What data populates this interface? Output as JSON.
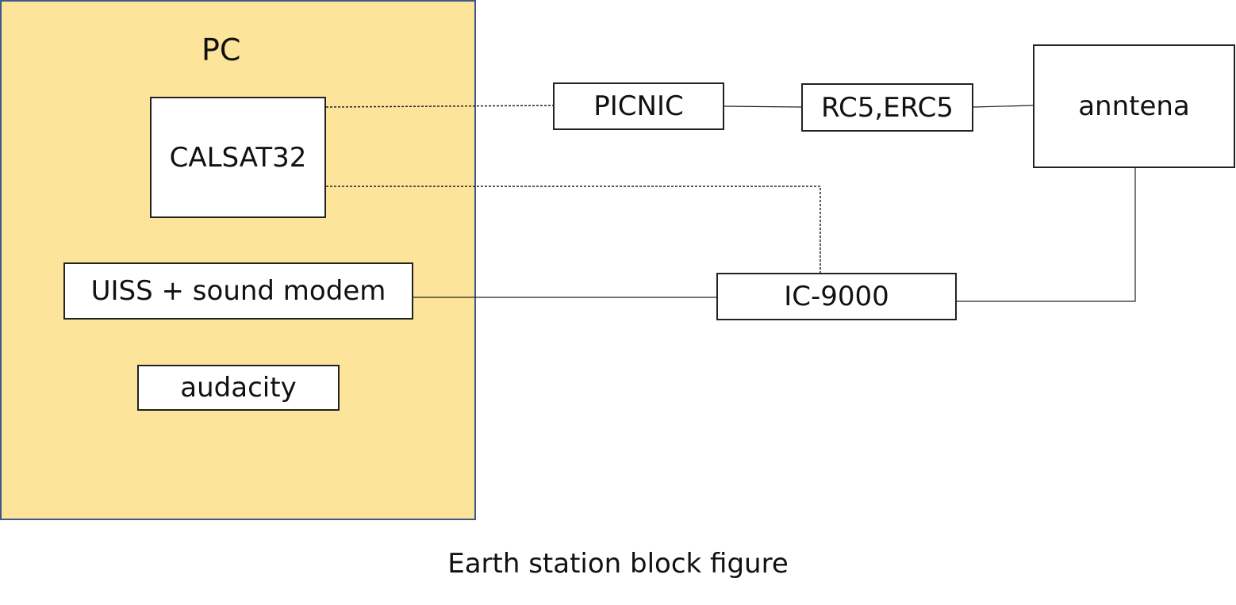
{
  "diagram": {
    "group_label": "PC",
    "blocks": {
      "calsat": "CALSAT32",
      "uiss": "UISS + sound modem",
      "audacity": "audacity",
      "picnic": "PICNIC",
      "rotator": "RC5,ERC5",
      "antenna": "anntena",
      "radio": "IC-9000"
    },
    "caption": "Earth station block figure"
  }
}
